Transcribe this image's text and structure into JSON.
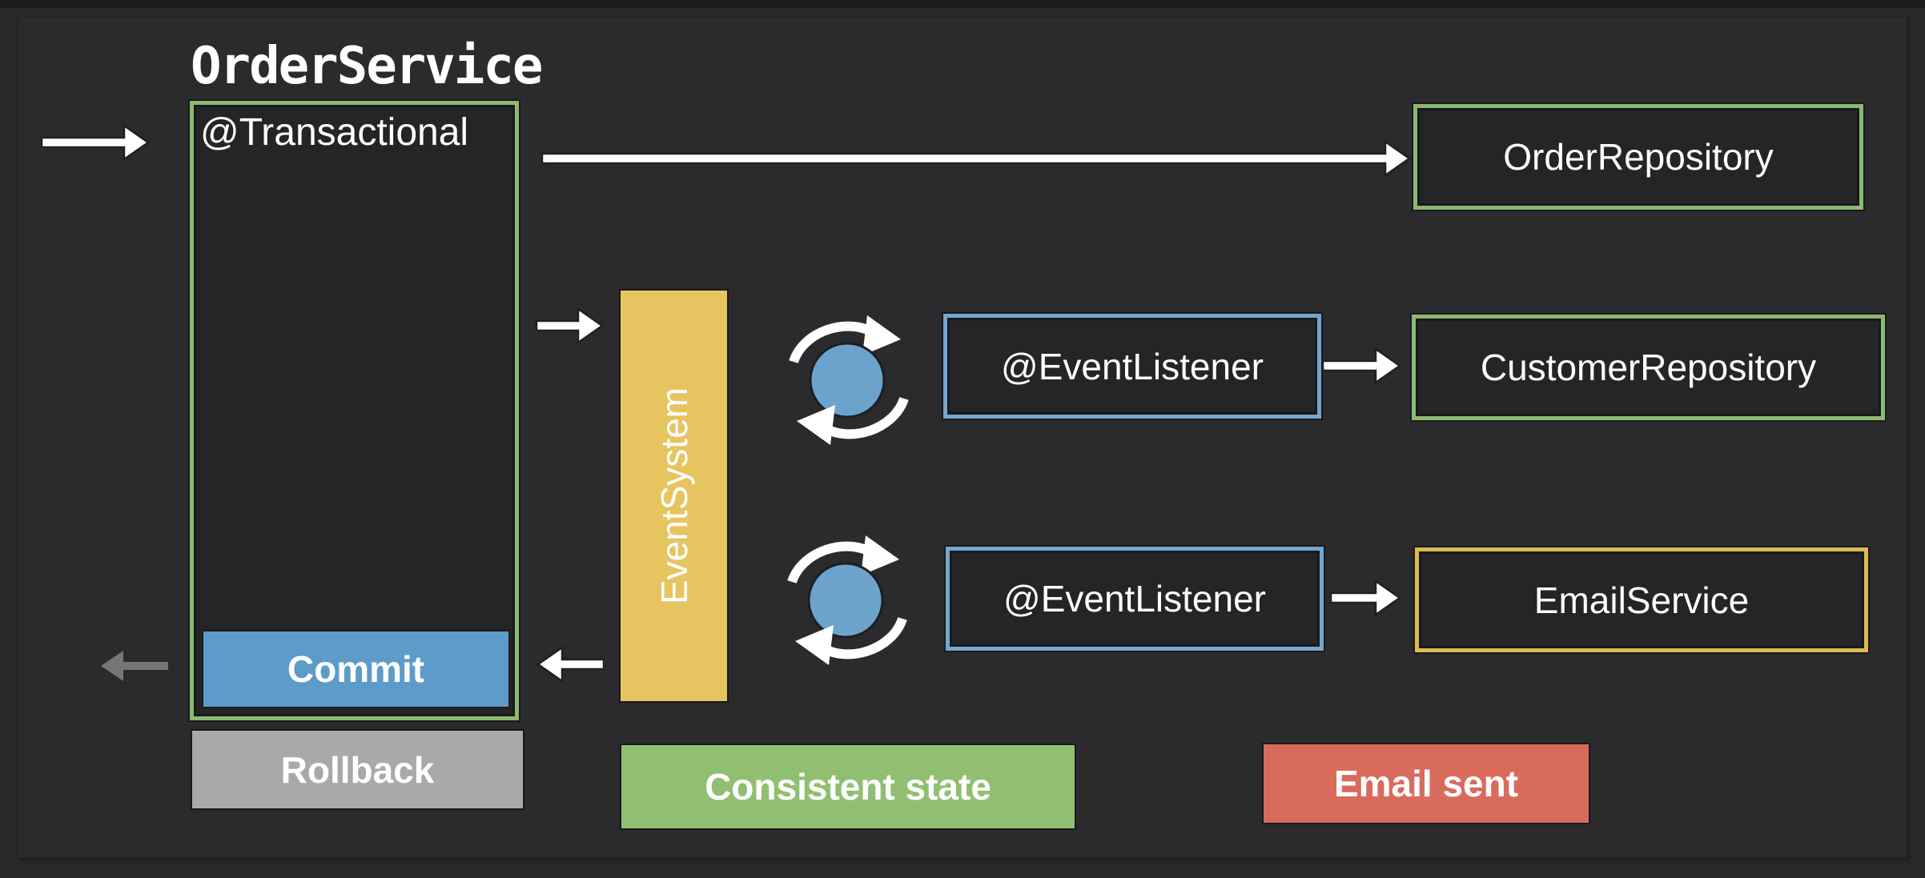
{
  "title": "OrderService",
  "transactional": {
    "label": "@Transactional"
  },
  "commit": {
    "label": "Commit"
  },
  "rollback": {
    "label": "Rollback"
  },
  "event_system": {
    "label": "EventSystem"
  },
  "event_listener_top": {
    "label": "@EventListener"
  },
  "event_listener_bottom": {
    "label": "@EventListener"
  },
  "order_repository": {
    "label": "OrderRepository"
  },
  "customer_repository": {
    "label": "CustomerRepository"
  },
  "email_service": {
    "label": "EmailService"
  },
  "consistent_state": {
    "label": "Consistent state"
  },
  "email_sent": {
    "label": "Email sent"
  },
  "icons": {
    "cycle_top": "async-event-cycle-icon",
    "cycle_bottom": "async-event-cycle-icon"
  },
  "colors": {
    "background": "#28282a",
    "panel": "#2b2b2d",
    "node_fill": "#252527",
    "green_border": "#8cb871",
    "blue_fill": "#5d9cc9",
    "blue_border": "#74a6cf",
    "circle_blue": "#6ba3cd",
    "yellow_fill": "#e6c45f",
    "yellow_border": "#ddba51",
    "gray_fill": "#a9a9a9",
    "gray_arrow": "#767676",
    "green_label_fill": "#90bf72",
    "red_label_fill": "#d96b5d",
    "text": "#ffffff"
  }
}
